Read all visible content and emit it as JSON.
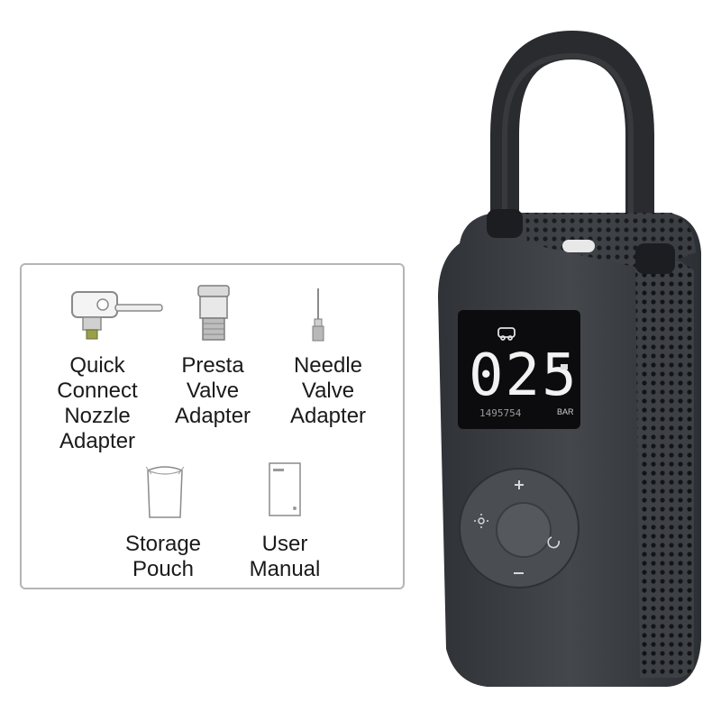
{
  "accessories": [
    {
      "name": "quick-connect-nozzle-adapter",
      "label": "Quick\nConnect\nNozzle\nAdapter"
    },
    {
      "name": "presta-valve-adapter",
      "label": "Presta\nValve\nAdapter"
    },
    {
      "name": "needle-valve-adapter",
      "label": "Needle\nValve\nAdapter"
    },
    {
      "name": "storage-pouch",
      "label": "Storage\nPouch"
    },
    {
      "name": "user-manual",
      "label": "User\nManual"
    }
  ],
  "device": {
    "display_value": "025",
    "display_small": "1495754",
    "display_unit": "BAR",
    "colors": {
      "body": "#3a3d42",
      "screen": "#0c0c0e",
      "digits": "#f2f2f2"
    }
  },
  "icons": [
    "quick-connect-nozzle-icon",
    "presta-valve-icon",
    "needle-valve-icon",
    "storage-pouch-icon",
    "user-manual-icon",
    "plus-icon",
    "minus-icon",
    "light-icon",
    "mode-icon",
    "car-icon"
  ]
}
